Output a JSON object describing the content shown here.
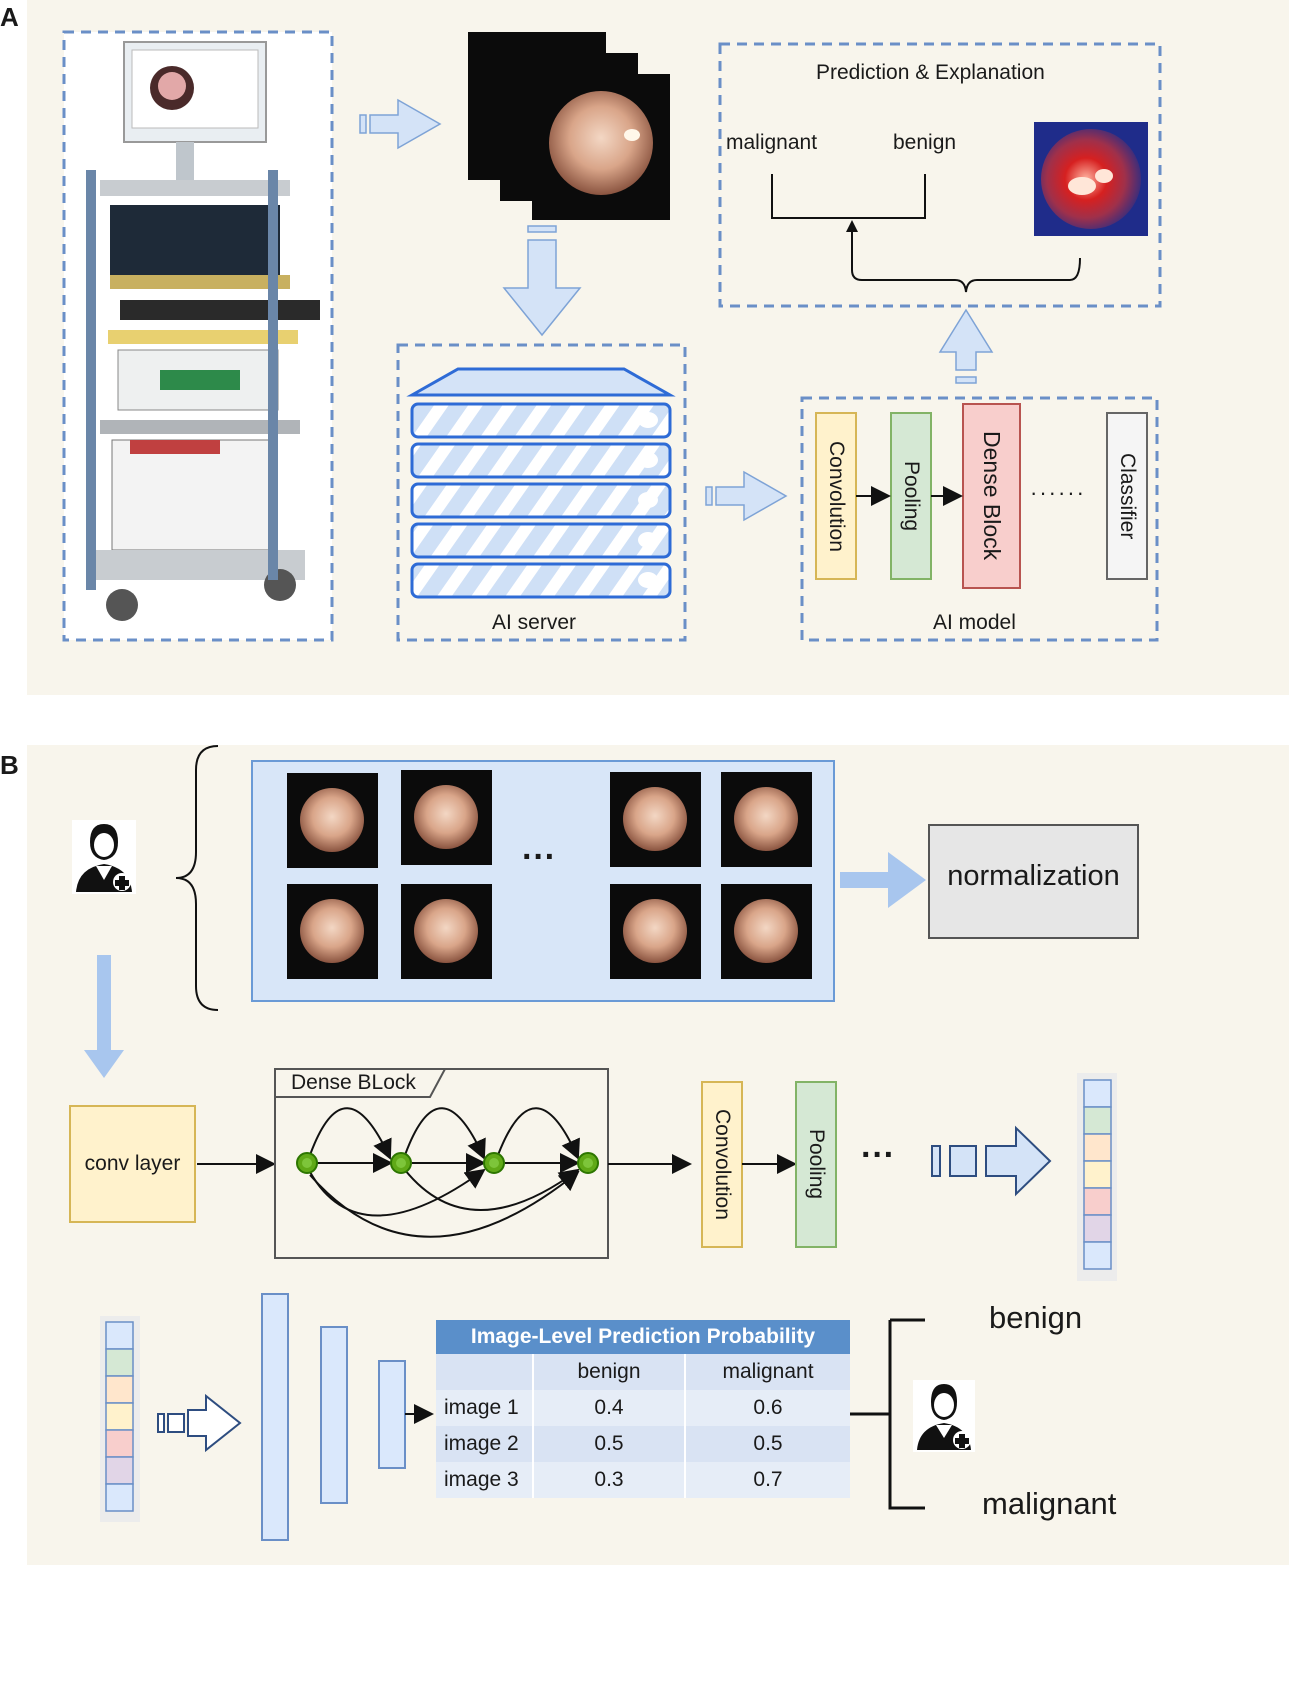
{
  "panel_a": {
    "letter": "A",
    "prediction_title": "Prediction & Explanation",
    "malignant_label": "malignant",
    "benign_label": "benign",
    "ai_server_label": "AI server",
    "ai_model_label": "AI model",
    "model_layers": [
      "Convolution",
      "Pooling",
      "Dense Block",
      "Classifier"
    ],
    "ellipsis": "······"
  },
  "panel_b": {
    "letter": "B",
    "ellipsis": "···",
    "normalization_label": "normalization",
    "conv_layer_label": "conv layer",
    "dense_block_label": "Dense BLock",
    "convolution_label": "Convolution",
    "pooling_label": "Pooling",
    "dots": "···",
    "table": {
      "title": "Image-Level Prediction Probability",
      "columns": [
        "",
        "benign",
        "malignant"
      ],
      "rows": [
        {
          "image": "image 1",
          "benign": "0.4",
          "malignant": "0.6"
        },
        {
          "image": "image 2",
          "benign": "0.5",
          "malignant": "0.5"
        },
        {
          "image": "image 3",
          "benign": "0.3",
          "malignant": "0.7"
        }
      ]
    },
    "outcome_benign": "benign",
    "outcome_malignant": "malignant"
  },
  "colors": {
    "panel_bg": "#f8f5ec",
    "dashed_blue": "#6a8fc7",
    "arrow_fill": "#d4e3f7",
    "arrow_stroke": "#7ea3d6",
    "conv_fill": "#fff2cc",
    "conv_stroke": "#d6b656",
    "pool_fill": "#d5e8d4",
    "pool_stroke": "#82b366",
    "dense_fill": "#f8cecc",
    "dense_stroke": "#b85450",
    "classifier_fill": "#f5f5f5",
    "classifier_stroke": "#666666",
    "node_green": "#60a917"
  }
}
